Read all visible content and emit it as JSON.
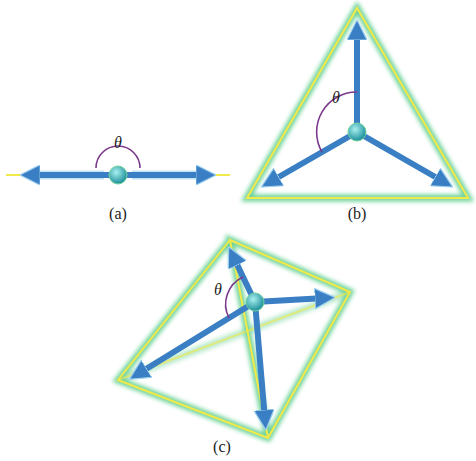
{
  "diagram": {
    "labels": [
      "θ",
      "θ",
      "(a)",
      "(b)",
      "θ",
      "(c)"
    ]
  }
}
